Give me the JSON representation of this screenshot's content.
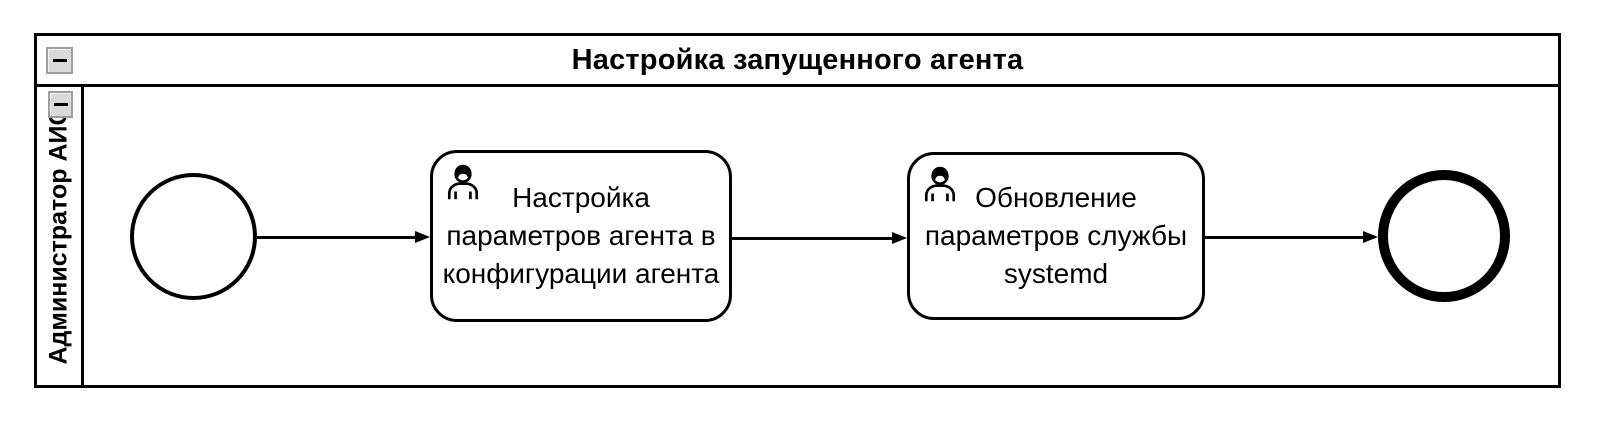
{
  "pool": {
    "title": "Настройка запущенного агента",
    "collapse_button": {
      "icon": "minus-icon"
    },
    "lane": {
      "label": "Администратор АИС",
      "collapse_button": {
        "icon": "minus-icon"
      }
    }
  },
  "diagram": {
    "start_event": {
      "type": "start-event",
      "label": ""
    },
    "tasks": [
      {
        "type": "user-task",
        "icon": "user-icon",
        "label": "Настройка параметров агента в конфигурации агента"
      },
      {
        "type": "user-task",
        "icon": "user-icon",
        "label": "Обновление параметров службы systemd"
      }
    ],
    "end_event": {
      "type": "end-event",
      "label": ""
    },
    "flows": [
      {
        "from": "start-event",
        "to": "task-1"
      },
      {
        "from": "task-1",
        "to": "task-2"
      },
      {
        "from": "task-2",
        "to": "end-event"
      }
    ]
  },
  "colors": {
    "stroke": "#000000",
    "shape_fill": "#ffffff",
    "background": "#ffffff",
    "button_fill": "#d9d9d9",
    "button_border": "#9e9e9e"
  }
}
